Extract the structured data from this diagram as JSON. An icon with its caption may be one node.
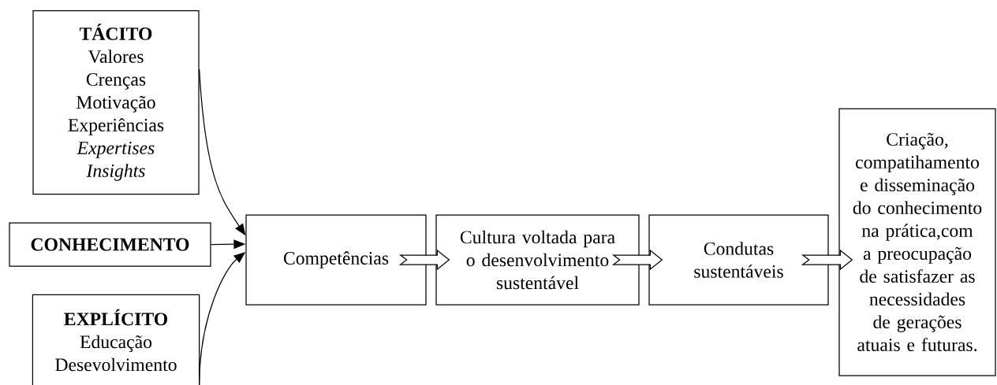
{
  "diagram": {
    "nodes": [
      {
        "text": [
          "TÁCITO",
          "Valores",
          "Crenças",
          "Motivação",
          "Experiências",
          "*Expertises*",
          "*Insights*"
        ]
      },
      {
        "text": [
          "CONHECIMENTO"
        ]
      },
      {
        "text": [
          "EXPLÍCITO",
          "Educação",
          "Desevolvimento"
        ]
      },
      {
        "text": [
          "Competências"
        ]
      },
      {
        "text": [
          "Cultura voltada para o desenvolvimento sustentável"
        ]
      },
      {
        "text": [
          "Condutas sustentáveis"
        ]
      },
      {
        "text": [
          "Criação, compatihamento e disseminação do conhecimento na prática,com a preocupação de satisfazer as necessidades de gerações atuais e futuras."
        ]
      }
    ],
    "edges": [
      {
        "from": 0,
        "to": 3,
        "arrow": "to"
      },
      {
        "from": 1,
        "to": 3,
        "arrow": "to"
      },
      {
        "from": 2,
        "to": 3,
        "arrow": "to"
      },
      {
        "from": 3,
        "to": 4,
        "arrow": "to"
      },
      {
        "from": 4,
        "to": 5,
        "arrow": "to"
      },
      {
        "from": 5,
        "to": 6,
        "arrow": "to"
      }
    ]
  }
}
